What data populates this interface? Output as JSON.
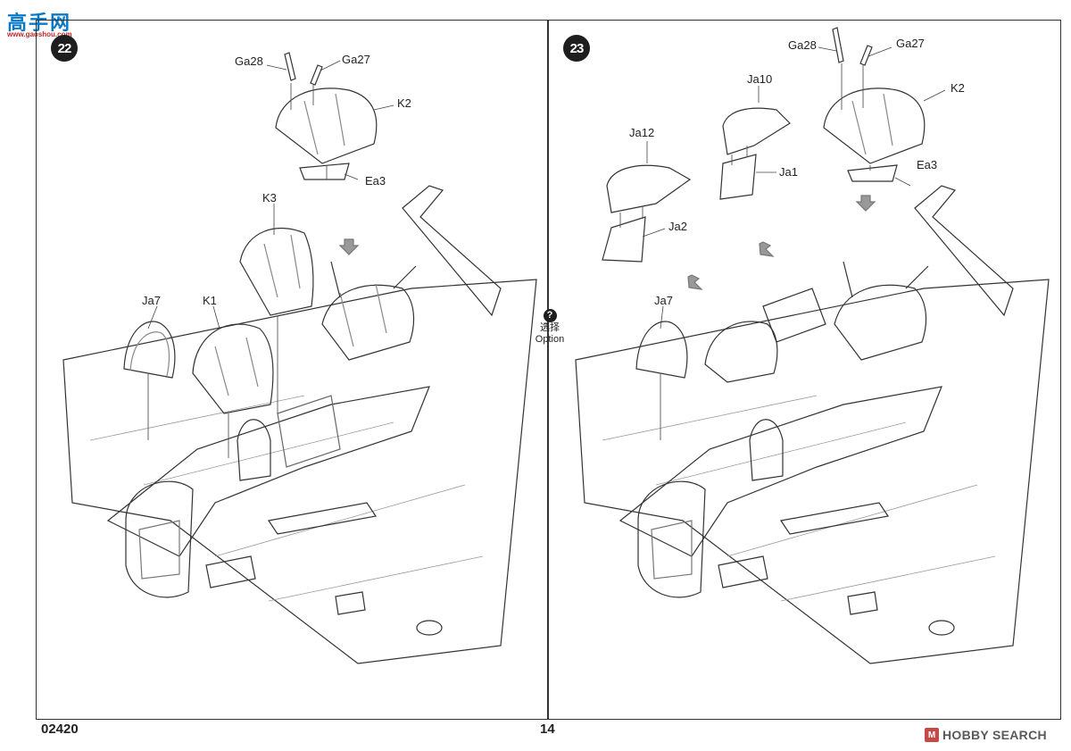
{
  "site_logo": {
    "text": "高手网",
    "url": "www.gaoshou.com"
  },
  "steps": [
    {
      "number": "22",
      "labels": {
        "ga28": "Ga28",
        "ga27": "Ga27",
        "k2": "K2",
        "ea3": "Ea3",
        "k3": "K3",
        "ja7": "Ja7",
        "k1": "K1"
      }
    },
    {
      "number": "23",
      "labels": {
        "ga28": "Ga28",
        "ga27": "Ga27",
        "k2": "K2",
        "ea3": "Ea3",
        "ja10": "Ja10",
        "ja12": "Ja12",
        "ja1": "Ja1",
        "ja2": "Ja2",
        "ja7": "Ja7"
      }
    }
  ],
  "option": {
    "icon": "?",
    "cn": "选择",
    "en": "Option"
  },
  "footer": {
    "code": "02420",
    "page": "14"
  },
  "watermark": {
    "mark": "M",
    "text": "HOBBY SEARCH"
  }
}
